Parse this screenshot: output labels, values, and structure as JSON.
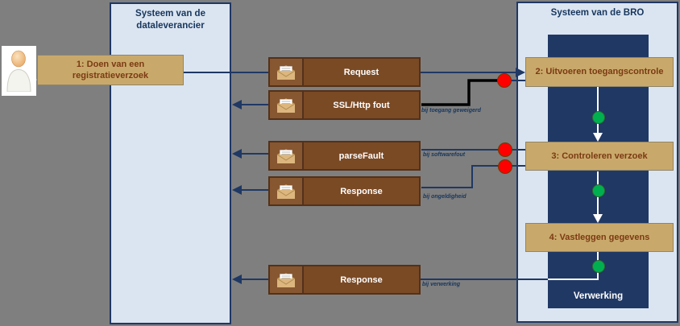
{
  "diagram": {
    "background_color": "#7f7f7f",
    "accent_navy": "#1f3864",
    "panel_fill": "#dbe5f1",
    "step_box_fill": "#c9a96b",
    "message_box_fill": "#7a4a25",
    "red_dot_color": "#fe0000",
    "green_dot_color": "#00b050"
  },
  "actor": {
    "icon": "person-icon"
  },
  "panels": {
    "dataleverancier": {
      "title": "Systeem van de dataleverancier"
    },
    "bro": {
      "title": "Systeem van de BRO",
      "inner_label": "Verwerking"
    }
  },
  "steps": [
    {
      "label": "1: Doen van een registratieverzoek"
    },
    {
      "label": "2: Uitvoeren toegangscontrole"
    },
    {
      "label": "3: Controleren verzoek"
    },
    {
      "label": "4: Vastleggen gegevens"
    }
  ],
  "messages": [
    {
      "label": "Request",
      "icon": "envelope-icon"
    },
    {
      "label": "SSL/Http fout",
      "icon": "envelope-icon",
      "condition": "bij toegang geweigerd"
    },
    {
      "label": "parseFault",
      "icon": "envelope-icon",
      "condition": "bij softwarefout"
    },
    {
      "label": "Response",
      "icon": "envelope-icon",
      "condition": "bij ongeldigheid"
    },
    {
      "label": "Response",
      "icon": "envelope-icon",
      "condition": "bij verwerking"
    }
  ]
}
